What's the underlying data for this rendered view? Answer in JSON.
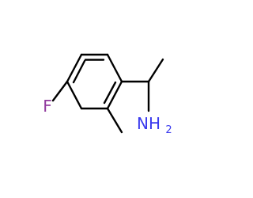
{
  "molecule": {
    "atoms": {
      "fluorine": {
        "text": "F",
        "color": "#90399d"
      },
      "amine": {
        "text": "NH",
        "subscript": "2",
        "color": "#3a3aee"
      }
    },
    "bond_color": "#000000"
  }
}
